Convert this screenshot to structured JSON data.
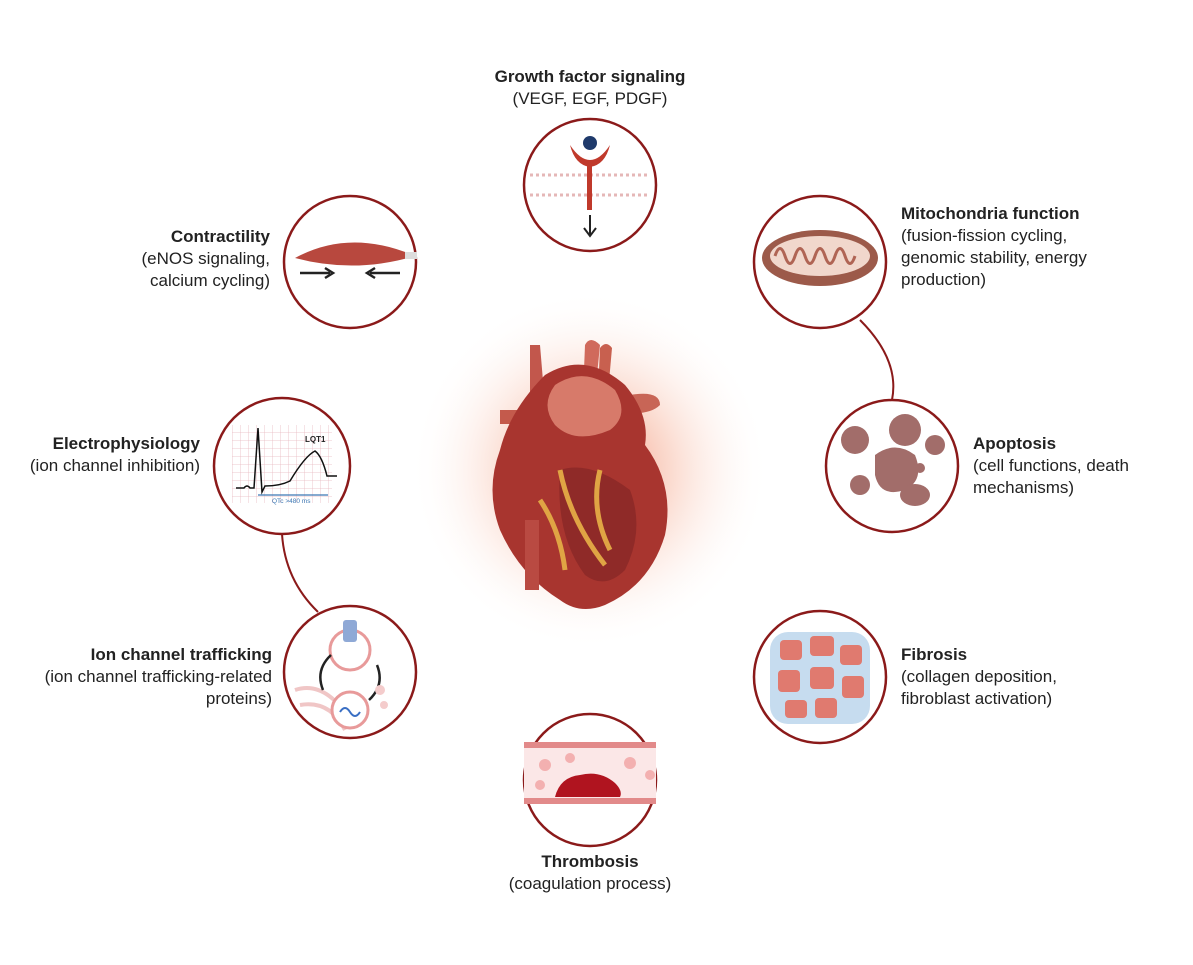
{
  "center": {
    "icon": "heart"
  },
  "nodes": [
    {
      "title": "Growth factor signaling",
      "desc": "(VEGF, EGF, PDGF)",
      "icon": "receptor-icon"
    },
    {
      "title": "Contractility",
      "desc": "(eNOS signaling, calcium cycling)",
      "icon": "muscle-icon"
    },
    {
      "title": "Mitochondria function",
      "desc": "(fusion-fission cycling, genomic stability, energy production)",
      "icon": "mitochondria-icon"
    },
    {
      "title": "Electrophysiology",
      "desc": "(ion channel inhibition)",
      "icon": "ecg-icon"
    },
    {
      "title": "Apoptosis",
      "desc": "(cell functions, death mechanisms)",
      "icon": "apoptotic-cell-icon"
    },
    {
      "title": "Ion channel trafficking",
      "desc": "(ion channel trafficking-related proteins)",
      "icon": "vesicle-icon"
    },
    {
      "title": "Fibrosis",
      "desc": "(collagen deposition, fibroblast activation)",
      "icon": "fibroblast-icon"
    },
    {
      "title": "Thrombosis",
      "desc": "(coagulation process)",
      "icon": "blood-clot-icon"
    }
  ],
  "ecg": {
    "tag": "LQT1",
    "interval": "QTc >480 ms"
  },
  "colors": {
    "ring": "#8b1a1a",
    "heart": "#b5413a",
    "glow": "#f3a48a"
  }
}
